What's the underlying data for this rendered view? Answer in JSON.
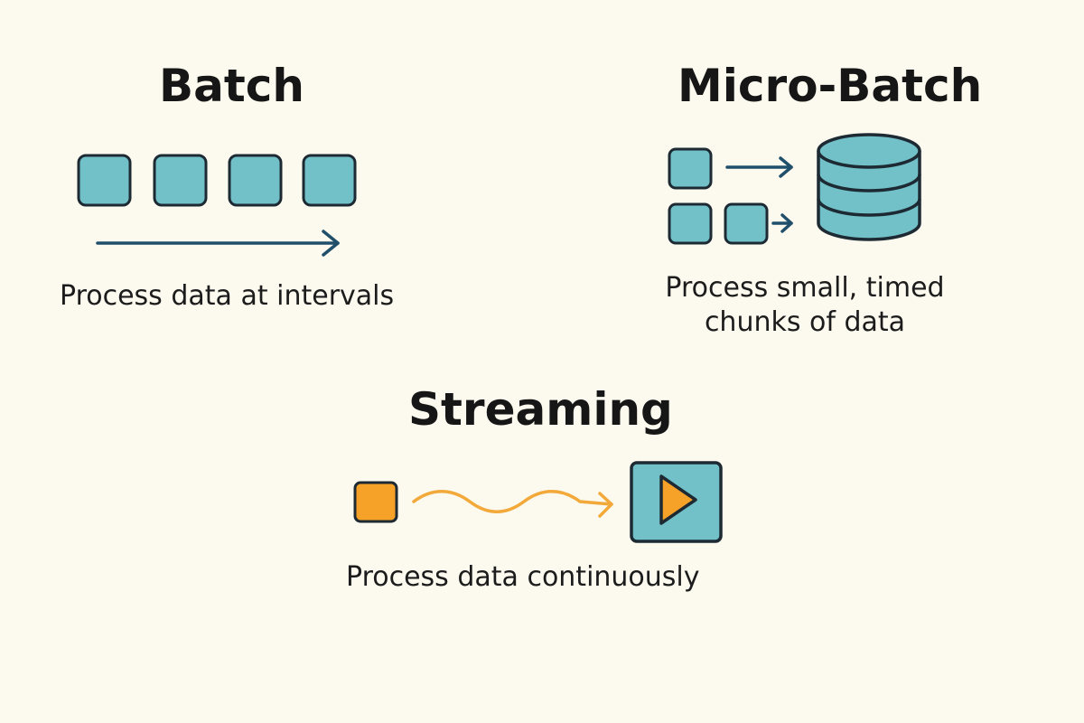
{
  "batch": {
    "title": "Batch",
    "caption": "Process data at intervals"
  },
  "micro_batch": {
    "title": "Micro-Batch",
    "caption_line1": "Process small, timed",
    "caption_line2": "chunks of data"
  },
  "streaming": {
    "title": "Streaming",
    "caption": "Process data continuously"
  },
  "colors": {
    "background": "#fcf9ee",
    "teal_fill": "#72c1c8",
    "outline": "#1d2a33",
    "arrow": "#1f4f6a",
    "orange": "#f6a128",
    "wave": "#f2a93a"
  },
  "icons": {
    "database": "database-icon",
    "play": "play-icon"
  }
}
